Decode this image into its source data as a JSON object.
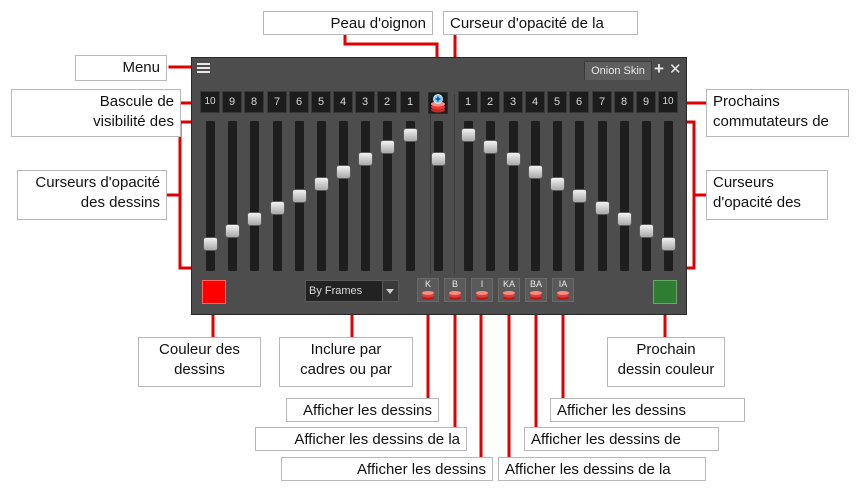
{
  "panel": {
    "tab_label": "Onion Skin",
    "previous_frames": [
      "10",
      "9",
      "8",
      "7",
      "6",
      "5",
      "4",
      "3",
      "2",
      "1"
    ],
    "next_frames": [
      "1",
      "2",
      "3",
      "4",
      "5",
      "6",
      "7",
      "8",
      "9",
      "10"
    ],
    "previous_opacity": [
      0.15,
      0.24,
      0.33,
      0.41,
      0.5,
      0.59,
      0.68,
      0.77,
      0.86,
      0.95
    ],
    "next_opacity": [
      0.95,
      0.86,
      0.77,
      0.68,
      0.59,
      0.5,
      0.41,
      0.33,
      0.24,
      0.15
    ],
    "current_opacity": 0.77,
    "dropdown_value": "By Frames",
    "mode_buttons": [
      "K",
      "B",
      "I",
      "KA",
      "BA",
      "IA"
    ],
    "previous_color": "#ff0000",
    "next_color": "#2e7d32"
  },
  "callouts": {
    "menu": "Menu",
    "onion_skin": "Peau d'oignon",
    "current_opacity": "Curseur d'opacité de la",
    "prev_toggle_1": "Bascule de",
    "prev_toggle_2": "visibilité des",
    "next_toggle_1": "Prochains",
    "next_toggle_2": "commutateurs de",
    "prev_opacity_1": "Curseurs d'opacité",
    "prev_opacity_2": "des dessins",
    "next_opacity_1": "Curseurs",
    "next_opacity_2": "d'opacité des",
    "prev_color_1": "Couleur des",
    "prev_color_2": "dessins",
    "include_1": "Inclure par",
    "include_2": "cadres ou par",
    "next_color_1": "Prochain",
    "next_color_2": "dessin couleur",
    "show_k": "Afficher les dessins",
    "show_b": "Afficher les dessins de la",
    "show_i": "Afficher les dessins",
    "show_ka": "Afficher les dessins de la",
    "show_ba": "Afficher les dessins de",
    "show_ia": "Afficher les dessins"
  },
  "colors": {
    "leader": "#e00000"
  }
}
